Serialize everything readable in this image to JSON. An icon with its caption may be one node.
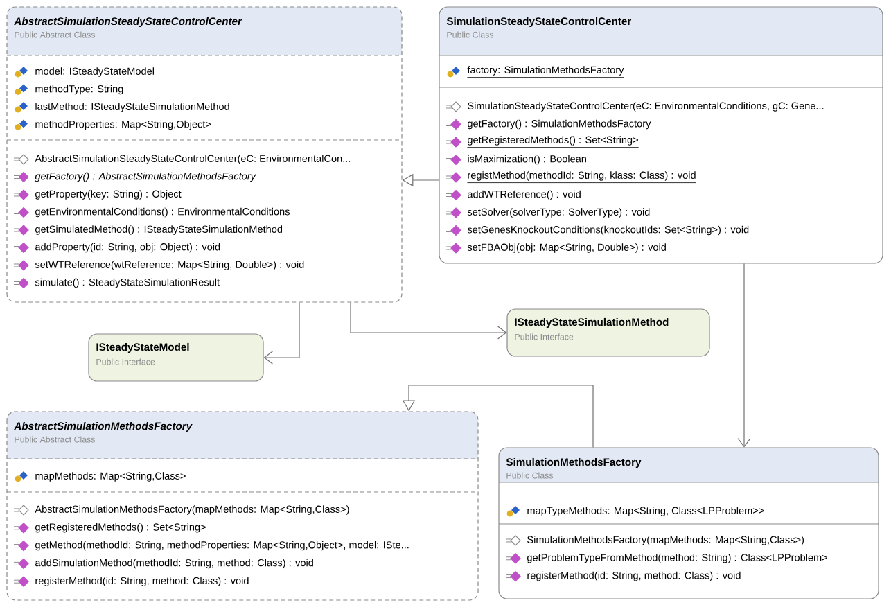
{
  "diagram": {
    "nodes": [
      {
        "text": [
          "AbstractSimulationSteadyStateControlCenter",
          "Public Abstract Class",
          "model: ISteadyStateModel",
          "methodType: String",
          "lastMethod: ISteadyStateSimulationMethod",
          "methodProperties: Map<String,Object>",
          "AbstractSimulationSteadyStateControlCenter(eC: EnvironmentalCon...",
          "getFactory() : AbstractSimulationMethodsFactory",
          "getProperty(key: String) : Object",
          "getEnvironmentalConditions() : EnvironmentalConditions",
          "getSimulatedMethod() : ISteadyStateSimulationMethod",
          "addProperty(id: String, obj: Object) : void",
          "setWTReference(wtReference: Map<String, Double>) : void",
          "simulate() : SteadyStateSimulationResult"
        ]
      },
      {
        "text": [
          "SimulationSteadyStateControlCenter",
          "Public Class",
          "factory: SimulationMethodsFactory",
          "SimulationSteadyStateControlCenter(eC: EnvironmentalConditions, gC: Gene...",
          "getFactory() : SimulationMethodsFactory",
          "getRegisteredMethods() : Set<String>",
          "isMaximization() : Boolean",
          "registMethod(methodId: String, klass: Class) : void",
          "addWTReference() : void",
          "setSolver(solverType: SolverType) : void",
          "setGenesKnockoutConditions(knockoutIds: Set<String>) : void",
          "setFBAObj(obj: Map<String, Double>) : void"
        ]
      },
      {
        "text": [
          "ISteadyStateModel",
          "Public Interface"
        ]
      },
      {
        "text": [
          "ISteadyStateSimulationMethod",
          "Public Interface"
        ]
      },
      {
        "text": [
          "AbstractSimulationMethodsFactory",
          "Public Abstract Class",
          "mapMethods: Map<String,Class>",
          "AbstractSimulationMethodsFactory(mapMethods: Map<String,Class>)",
          "getRegisteredMethods() : Set<String>",
          "getMethod(methodId: String, methodProperties: Map<String,Object>, model: ISte...",
          "addSimulationMethod(methodId: String, method: Class) : void",
          "registerMethod(id: String, method: Class) : void"
        ]
      },
      {
        "text": [
          "SimulationMethodsFactory",
          "Public Class",
          "mapTypeMethods: Map<String, Class<LPProblem>>",
          "SimulationMethodsFactory(mapMethods: Map<String,Class>)",
          "getProblemTypeFromMethod(method: String) : Class<LPProblem>",
          "registerMethod(id: String, method: Class) : void"
        ]
      }
    ],
    "edges": [
      {
        "from": 1,
        "to": 0,
        "arrow": "to"
      },
      {
        "from": 0,
        "to": 2,
        "arrow": "to"
      },
      {
        "from": 0,
        "to": 3,
        "arrow": "to"
      },
      {
        "from": 5,
        "to": 4,
        "arrow": "to"
      },
      {
        "from": 1,
        "to": 5,
        "arrow": "to"
      }
    ]
  }
}
